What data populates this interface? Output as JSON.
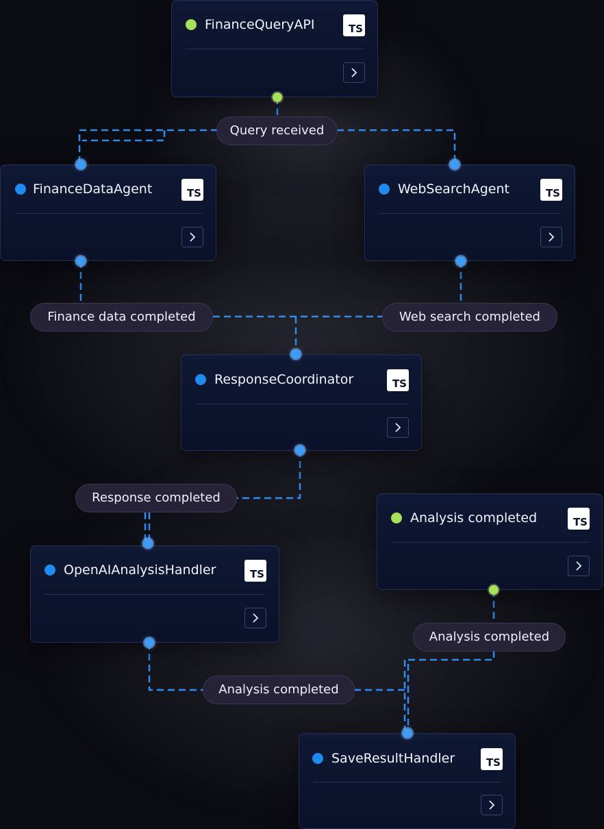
{
  "colors": {
    "background": "#0b0b12",
    "node_bg": "#0f1834",
    "wire": "#2f8cf0",
    "dot_blue": "#1e8bf0",
    "dot_green": "#a8e05a",
    "pill_bg": "#262238"
  },
  "nodes": {
    "finance_query_api": {
      "title": "FinanceQueryAPI",
      "status": "green",
      "badge": "TS"
    },
    "finance_data_agent": {
      "title": "FinanceDataAgent",
      "status": "blue",
      "badge": "TS"
    },
    "web_search_agent": {
      "title": "WebSearchAgent",
      "status": "blue",
      "badge": "TS"
    },
    "response_coordinator": {
      "title": "ResponseCoordinator",
      "status": "blue",
      "badge": "TS"
    },
    "analysis_completed_node": {
      "title": "Analysis completed",
      "status": "green",
      "badge": "TS"
    },
    "openai_analysis_handler": {
      "title": "OpenAIAnalysisHandler",
      "status": "blue",
      "badge": "TS"
    },
    "save_result_handler": {
      "title": "SaveResultHandler",
      "status": "blue",
      "badge": "TS"
    }
  },
  "events": {
    "query_received": "Query received",
    "finance_data_completed": "Finance data completed",
    "web_search_completed": "Web search completed",
    "response_completed": "Response completed",
    "analysis_completed_right": "Analysis completed",
    "analysis_completed_bottom": "Analysis completed"
  },
  "icons": {
    "status": "status-dot-icon",
    "typescript": "typescript-icon",
    "expand": "chevron-right-icon",
    "port": "port-icon"
  }
}
